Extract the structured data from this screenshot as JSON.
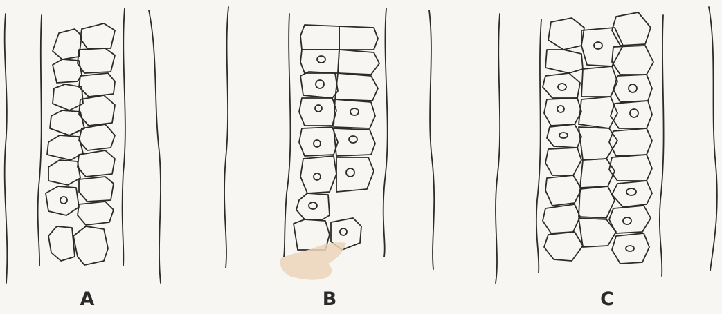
{
  "figure": {
    "panels": [
      {
        "id": "A",
        "label": "A"
      },
      {
        "id": "B",
        "label": "B"
      },
      {
        "id": "C",
        "label": "C"
      }
    ],
    "colors": {
      "background": "#f7f6f3",
      "ink": "#2b2b2b",
      "stain": "#ecd3b8"
    }
  }
}
